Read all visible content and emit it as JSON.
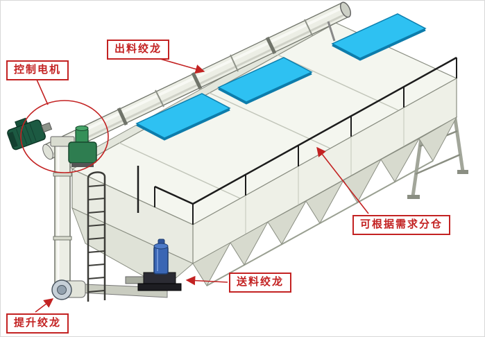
{
  "diagram": {
    "labels": {
      "control_motor": "控制电机",
      "discharge_auger": "出料绞龙",
      "compartment_note": "可根据需求分仓",
      "feeding_auger": "送料绞龙",
      "lifting_auger": "提升绞龙"
    },
    "colors": {
      "annotation_red": "#c32222",
      "cover_panel_blue": "#2ec1f2",
      "drive_motor_green": "#2e7d50",
      "control_motor_green": "#1c5a42",
      "pump_blue": "#3a66b4",
      "machine_body": "#f4f6ef"
    }
  }
}
